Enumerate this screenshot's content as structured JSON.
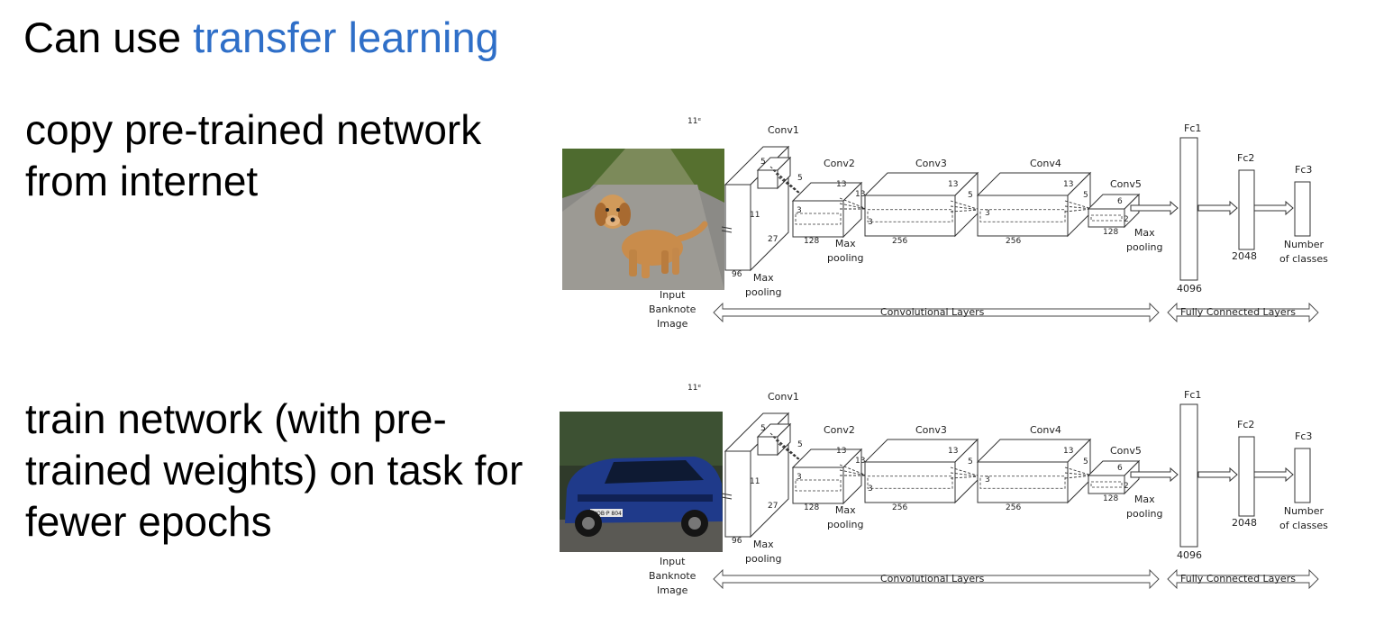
{
  "slide": {
    "title_prefix": "Can use ",
    "title_link": "transfer learning",
    "step1": "copy pre-trained network from internet",
    "step2": "train network (with pre-trained weights) on task for fewer epochs"
  },
  "diagrams": [
    {
      "photo": "puppy-photo",
      "kernel_label": "11ᵉ",
      "conv1": "Conv1",
      "conv2": "Conv2",
      "conv3": "Conv3",
      "conv4": "Conv4",
      "conv5": "Conv5",
      "fc1": "Fc1",
      "fc2": "Fc2",
      "fc3": "Fc3",
      "n5a": "5",
      "n5b": "5",
      "n11": "11",
      "n27": "27",
      "n13a": "13",
      "n13b": "13",
      "n13c": "13",
      "n13d": "13",
      "n5c": "5",
      "n5d": "5",
      "n3a": "3",
      "n3b": "3",
      "n3c": "3",
      "n6": "6",
      "n2": "2",
      "n96": "96",
      "n128a": "128",
      "n256a": "256",
      "n256b": "256",
      "n128b": "128",
      "maxpool1": "Max\npooling",
      "maxpool2": "Max\npooling",
      "maxpool3": "Max\npooling",
      "n4096": "4096",
      "n2048": "2048",
      "num_classes": "Number\nof classes",
      "input": "Input\nBanknote\nImage",
      "conv_layers": "Convolutional Layers",
      "fc_layers": "Fully Connected Layers"
    },
    {
      "photo": "car-photo",
      "kernel_label": "11ᵉ",
      "conv1": "Conv1",
      "conv2": "Conv2",
      "conv3": "Conv3",
      "conv4": "Conv4",
      "conv5": "Conv5",
      "fc1": "Fc1",
      "fc2": "Fc2",
      "fc3": "Fc3",
      "n5a": "5",
      "n5b": "5",
      "n11": "11",
      "n27": "27",
      "n13a": "13",
      "n13b": "13",
      "n13c": "13",
      "n13d": "13",
      "n5c": "5",
      "n5d": "5",
      "n3a": "3",
      "n3b": "3",
      "n3c": "3",
      "n6": "6",
      "n2": "2",
      "n96": "96",
      "n128a": "128",
      "n256a": "256",
      "n256b": "256",
      "n128b": "128",
      "maxpool1": "Max\npooling",
      "maxpool2": "Max\npooling",
      "maxpool3": "Max\npooling",
      "n4096": "4096",
      "n2048": "2048",
      "num_classes": "Number\nof classes",
      "input": "Input\nBanknote\nImage",
      "conv_layers": "Convolutional Layers",
      "fc_layers": "Fully Connected Layers",
      "plate": "WOB·P 804"
    }
  ]
}
